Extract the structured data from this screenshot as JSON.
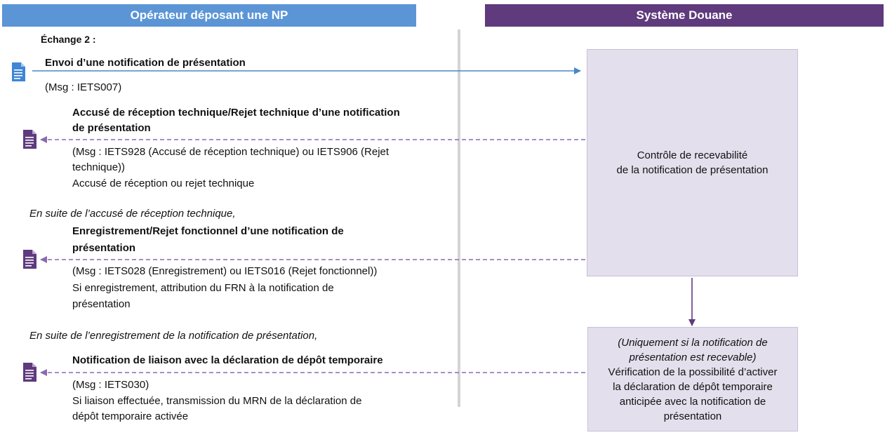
{
  "headers": {
    "left": "Opérateur déposant une NP",
    "right": "Système Douane"
  },
  "exchange_title": "Échange 2 :",
  "messages": [
    {
      "title": "Envoi d’une notification de présentation",
      "details": [
        "(Msg : IETS007)"
      ]
    },
    {
      "title_line1": "Accusé de réception technique/Rejet technique d’une notification",
      "title_line2": "de présentation",
      "details": [
        "(Msg : IETS928 (Accusé de réception technique) ou IETS906 (Rejet",
        "technique))",
        "Accusé de réception ou rejet technique"
      ]
    },
    {
      "preface": "En suite de l’accusé de réception technique,",
      "title_line1": "Enregistrement/Rejet fonctionnel d’une notification de",
      "title_line2": "présentation",
      "details": [
        "(Msg : IETS028 (Enregistrement) ou IETS016 (Rejet fonctionnel))",
        "Si enregistrement, attribution du FRN à la notification de",
        "présentation"
      ]
    },
    {
      "preface": "En suite de l’enregistrement de la notification de présentation,",
      "title": "Notification de liaison avec la déclaration de dépôt temporaire",
      "details": [
        "(Msg : IETS030)",
        "Si liaison effectuée, transmission du MRN de la déclaration de",
        "dépôt temporaire activée"
      ]
    }
  ],
  "system_boxes": {
    "top": [
      "Contrôle de recevabilité",
      "de la notification de présentation"
    ],
    "bottom_italic": [
      "(Uniquement si la notification de",
      "présentation est recevable)"
    ],
    "bottom": [
      "Vérification de la possibilité d’activer",
      "la déclaration de dépôt temporaire",
      "anticipée avec la notification de",
      "présentation"
    ]
  },
  "colors": {
    "operator_header": "#5b95d6",
    "system_header": "#5f3a7d",
    "request_arrow": "#4a86c8",
    "response_arrow": "#8a6ab0",
    "doc_icon_blue": "#3f86d4",
    "doc_icon_purple": "#5f3a7d",
    "box_fill": "#e4dfec"
  }
}
